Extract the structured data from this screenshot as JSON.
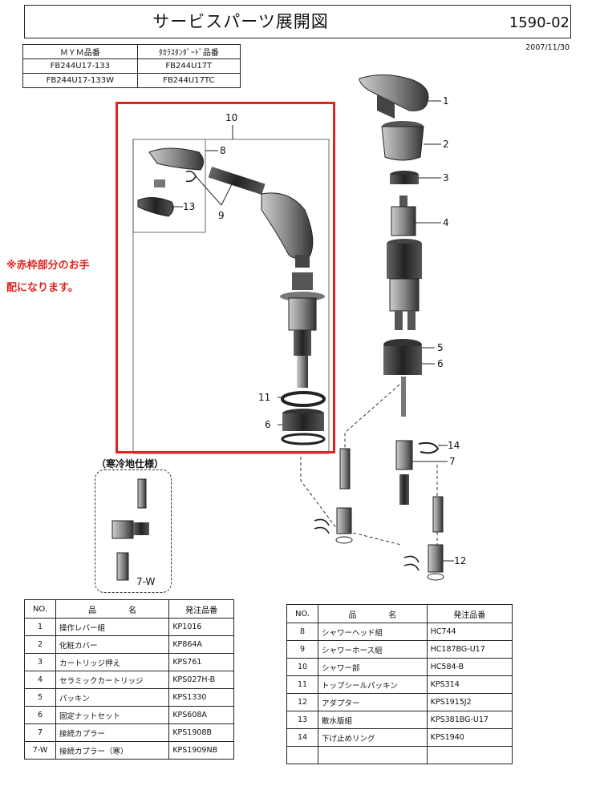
{
  "header": {
    "title": "サービスパーツ展開図",
    "doc_number": "1590-02",
    "date": "2007/11/30"
  },
  "model_table": {
    "col_mym": "ＭＹＭ品番",
    "col_takara": "ﾀｶﾗｽﾀﾝﾀﾞｰﾄﾞ品番",
    "rows": [
      {
        "mym": "FB244U17-133",
        "takara": "FB244U17T"
      },
      {
        "mym": "FB244U17-133W",
        "takara": "FB244U17TC"
      }
    ]
  },
  "note": {
    "line1": "※赤枠部分のお手",
    "line2": "配になります。",
    "color": "#e0231f"
  },
  "cold_region_label": "（寒冷地仕様）",
  "callouts": {
    "c1": "1",
    "c2": "2",
    "c3": "3",
    "c4": "4",
    "c5": "5",
    "c6": "6",
    "c6b": "6",
    "c7": "7",
    "c7w": "7-W",
    "c8": "8",
    "c9": "9",
    "c10": "10",
    "c11": "11",
    "c12": "12",
    "c13": "13",
    "c14": "14"
  },
  "parts_table_headers": {
    "no": "NO.",
    "name": "品　　　　名",
    "code": "発注品番"
  },
  "parts_left": [
    {
      "no": "1",
      "name": "操作レバー組",
      "code": "KP1016"
    },
    {
      "no": "2",
      "name": "化粧カバー",
      "code": "KP864A"
    },
    {
      "no": "3",
      "name": "カートリッジ押え",
      "code": "KPS761"
    },
    {
      "no": "4",
      "name": "セラミックカートリッジ",
      "code": "KPS027H-B"
    },
    {
      "no": "5",
      "name": "パッキン",
      "code": "KPS1330"
    },
    {
      "no": "6",
      "name": "固定ナットセット",
      "code": "KPS608A"
    },
    {
      "no": "7",
      "name": "接続カプラー",
      "code": "KPS1908B"
    },
    {
      "no": "7-W",
      "name": "接続カプラー（寒）",
      "code": "KPS1909NB"
    }
  ],
  "parts_right": [
    {
      "no": "8",
      "name": "シャワーヘッド組",
      "code": "HC744"
    },
    {
      "no": "9",
      "name": "シャワーホース組",
      "code": "HC187BG-U17"
    },
    {
      "no": "10",
      "name": "シャワー部",
      "code": "HC584-B"
    },
    {
      "no": "11",
      "name": "トップシールパッキン",
      "code": "KPS314"
    },
    {
      "no": "12",
      "name": "アダプター",
      "code": "KPS1915J2"
    },
    {
      "no": "13",
      "name": "散水版組",
      "code": "KPS381BG-U17"
    },
    {
      "no": "14",
      "name": "下げ止めリング",
      "code": "KPS1940"
    }
  ]
}
